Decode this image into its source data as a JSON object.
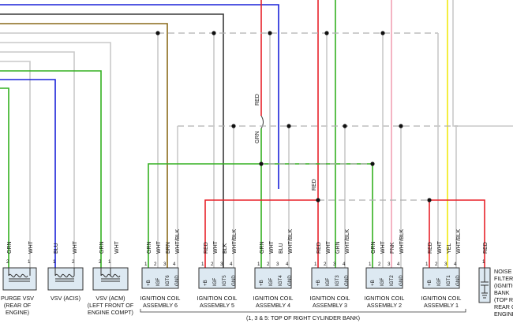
{
  "colors": {
    "red": "#e8222a",
    "green": "#33b020",
    "blue": "#1a22d8",
    "brown": "#8a6a1a",
    "dark": "#3a3a3a",
    "white_wire": "#c9c9c9",
    "pink": "#f2a2b4",
    "yellow": "#f2ea10",
    "shield": "#b0b0b0",
    "connector_fill": "#dde9f2"
  },
  "top_wire_labels": {
    "red": "RED",
    "grn": "GRN"
  },
  "vsv_units": [
    {
      "pins": [
        "2",
        "1"
      ],
      "wires": [
        "GRN",
        "WHT"
      ],
      "caption": [
        "PURGE VSV",
        "(REAR OF",
        "ENGINE)"
      ]
    },
    {
      "pins": [
        "1",
        "2"
      ],
      "wires": [
        "BLU",
        "WHT"
      ],
      "caption": [
        "VSV (ACIS)"
      ]
    },
    {
      "pins": [
        "2",
        "1"
      ],
      "wires": [
        "GRN",
        "WHT"
      ],
      "caption": [
        "VSV (ACM)",
        "(LEFT FRONT OF",
        "ENGINE COMPT)"
      ]
    }
  ],
  "coils": [
    {
      "wires": [
        "GRN",
        "WHT",
        "BRN",
        "WHT/BLK"
      ],
      "pins": [
        "1",
        "2",
        "3",
        "4"
      ],
      "terminals": [
        "+B",
        "IGF",
        "IGT6",
        "GND"
      ],
      "caption": [
        "IGNITION COIL",
        "ASSEMBLY 6"
      ]
    },
    {
      "wires": [
        "RED",
        "WHT",
        "BLK",
        "WHT/BLK"
      ],
      "pins": [
        "1",
        "2",
        "3",
        "4"
      ],
      "terminals": [
        "+B",
        "IGF",
        "IGT5",
        "GND"
      ],
      "caption": [
        "IGNITION COIL",
        "ASSEMBLY 5"
      ]
    },
    {
      "wires": [
        "GRN",
        "WHT",
        "BLU",
        "WHT/BLK"
      ],
      "pins": [
        "1",
        "2",
        "3",
        "4"
      ],
      "terminals": [
        "+B",
        "IGF",
        "IGT4",
        "GND"
      ],
      "caption": [
        "IGNITION COIL",
        "ASSEMBLY 4"
      ]
    },
    {
      "wires": [
        "RED",
        "WHT",
        "GRN",
        "WHT/BLK"
      ],
      "pins": [
        "1",
        "2",
        "3",
        "4"
      ],
      "terminals": [
        "+B",
        "IGF",
        "IGT3",
        "GND"
      ],
      "caption": [
        "IGNITION COIL",
        "ASSEMBLY 3"
      ]
    },
    {
      "wires": [
        "GRN",
        "WHT",
        "PNK",
        "WHT/BLK"
      ],
      "pins": [
        "1",
        "2",
        "3",
        "4"
      ],
      "terminals": [
        "+B",
        "IGF",
        "IGT2",
        "GND"
      ],
      "caption": [
        "IGNITION COIL",
        "ASSEMBLY 2"
      ]
    },
    {
      "wires": [
        "RED",
        "WHT",
        "YEL",
        "WHT/BLK"
      ],
      "pins": [
        "1",
        "2",
        "3",
        "4"
      ],
      "terminals": [
        "+B",
        "IGF",
        "IGT1",
        "GND"
      ],
      "caption": [
        "IGNITION COIL",
        "ASSEMBLY 1"
      ]
    }
  ],
  "bank_note": "(1, 3 & 5: TOP OF RIGHT CYLINDER BANK)",
  "noise_filter": {
    "wire": "RED",
    "pin": "1",
    "caption": [
      "NOISE",
      "FILTER",
      "(IGNITIO",
      "BANK",
      "(TOP R",
      "REAR O",
      "ENGINE"
    ]
  }
}
